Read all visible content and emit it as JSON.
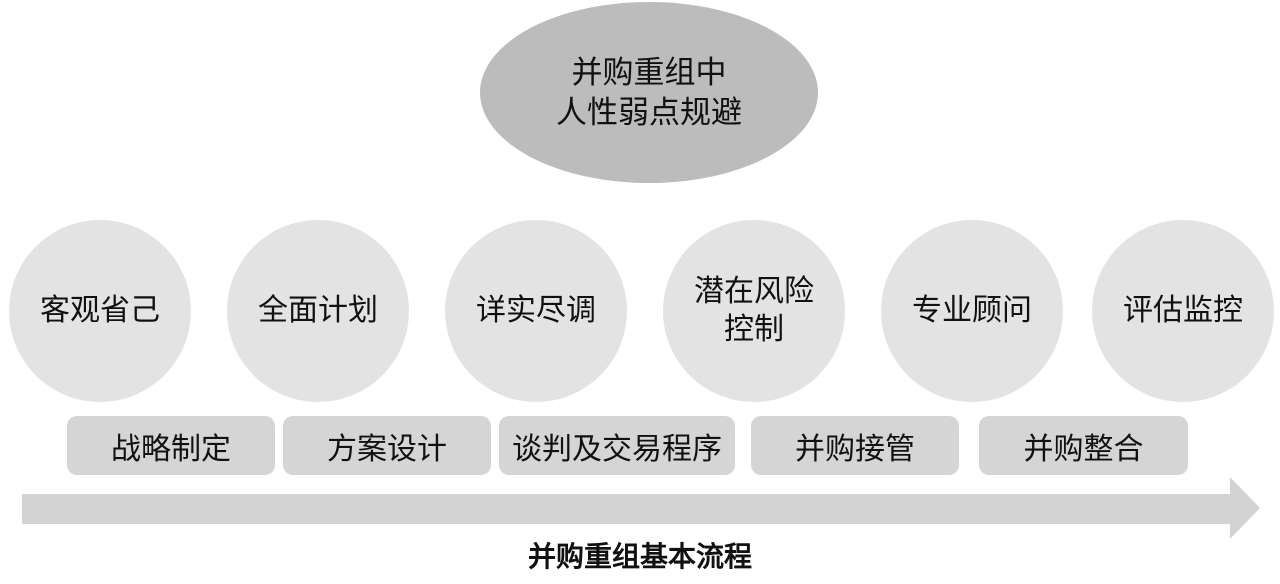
{
  "top_ellipse": {
    "line1": "并购重组中",
    "line2": "人性弱点规避"
  },
  "principles": [
    {
      "label": "客观省己"
    },
    {
      "label": "全面计划"
    },
    {
      "label": "详实尽调"
    },
    {
      "label": "潜在风险控制"
    },
    {
      "label": "专业顾问"
    },
    {
      "label": "评估监控"
    }
  ],
  "stages": [
    {
      "label": "战略制定"
    },
    {
      "label": "方案设计"
    },
    {
      "label": "谈判及交易程序"
    },
    {
      "label": "并购接管"
    },
    {
      "label": "并购整合"
    }
  ],
  "caption": "并购重组基本流程",
  "colors": {
    "ellipse": "#bcbcbc",
    "circle": "#e3e3e3",
    "box": "#d5d5d5",
    "arrow": "#d3d3d3"
  }
}
